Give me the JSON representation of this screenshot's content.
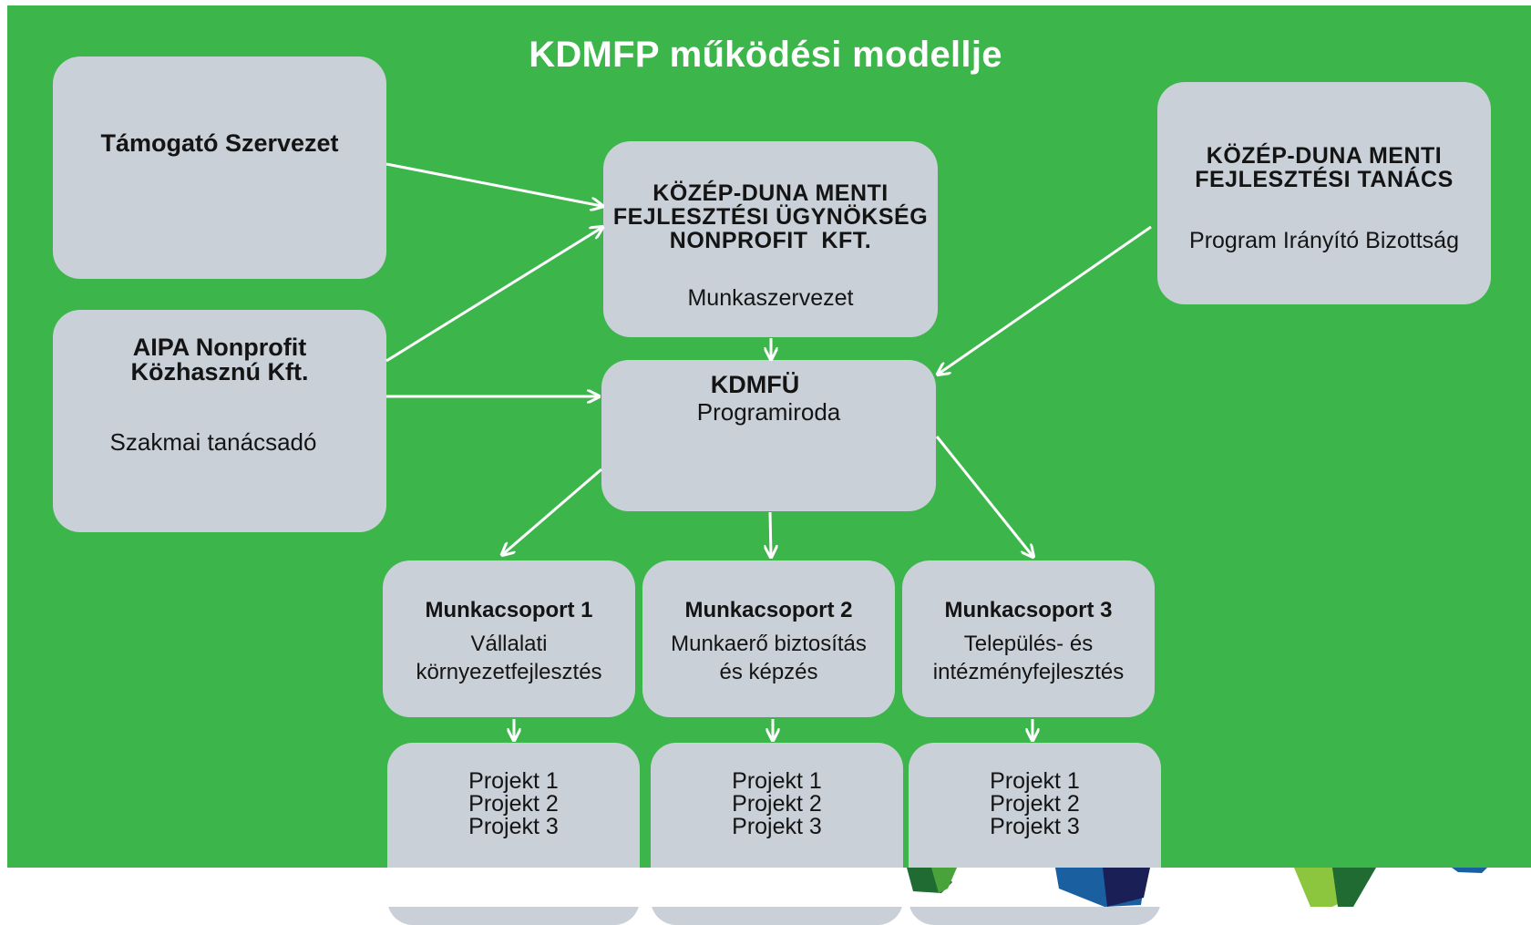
{
  "title": "KDMFP működési modellje",
  "nodes": {
    "tamogato": {
      "name": "Támogató Szervezet"
    },
    "aipa": {
      "name_lines": [
        "AIPA Nonprofit",
        "Közhasznú Kft."
      ],
      "role": "Szakmai tanácsadó"
    },
    "ugynokseg": {
      "name_lines": [
        "KÖZÉP-DUNA MENTI",
        "FEJLESZTÉSI ÜGYNÖKSÉG",
        "NONPROFIT  KFT."
      ],
      "role": "Munkaszervezet"
    },
    "tanacs": {
      "name_lines": [
        "KÖZÉP-DUNA MENTI",
        "FEJLESZTÉSI TANÁCS"
      ],
      "role": "Program Irányító Bizottság"
    },
    "kdmfu": {
      "name": "KDMFÜ",
      "role": "Programiroda"
    },
    "munkacsoportok": [
      {
        "name": "Munkacsoport 1",
        "desc_lines": [
          "Vállalati",
          "környezetfejlesztés"
        ]
      },
      {
        "name": "Munkacsoport 2",
        "desc_lines": [
          "Munkaerő biztosítás",
          "és képzés"
        ]
      },
      {
        "name": "Munkacsoport 3",
        "desc_lines": [
          "Település- és",
          "intézményfejlesztés"
        ]
      }
    ],
    "projektek": [
      [
        "Projekt 1",
        "Projekt 2",
        "Projekt 3"
      ],
      [
        "Projekt 1",
        "Projekt 2",
        "Projekt 3"
      ],
      [
        "Projekt 1",
        "Projekt 2",
        "Projekt 3"
      ]
    ]
  },
  "colors": {
    "background": "#3cb54a",
    "box": "#c9d0d8",
    "arrow": "#ffffff",
    "title": "#ffffff"
  }
}
